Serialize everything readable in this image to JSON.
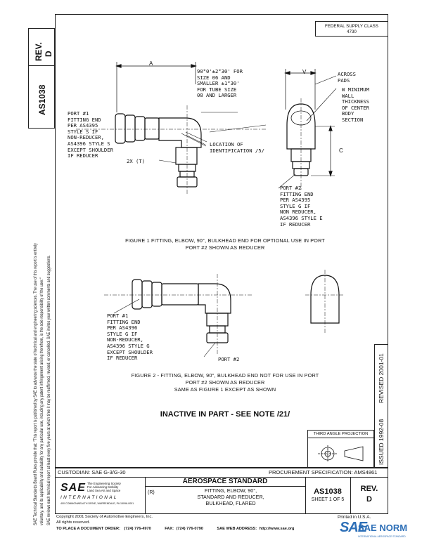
{
  "header": {
    "rev_label": "REV.",
    "rev_value": "D",
    "doc_number": "AS1038",
    "federal_supply_class": "FEDERAL SUPPLY CLASS",
    "fsc_number": "4730"
  },
  "side_legal": {
    "line1": "SAE Technical Standards Board Rules provide that: \"This report is published by SAE to advance the state of technical and engineering sciences. The use of this report is entirely",
    "line2": "voluntary, and its applicability and suitability for any particular use, including any patent infringement arising therefrom, is the sole responsibility of the user.\"",
    "line3": "SAE reviews each technical report at least every five years at which time it may be reaffirmed, revised, or cancelled. SAE invites your written comments and suggestions."
  },
  "figure1": {
    "dim_a": "A",
    "dim_v": "V",
    "dim_c": "C",
    "dim_2x": "2X (T)",
    "angle_note": "90°0'±2°30' FOR\nSIZE 06 AND\nSMALLER ±1°30'\nFOR TUBE SIZE\n08 AND LARGER",
    "port1_note": "PORT #1\nFITTING END\nPER AS4395\nSTYLE S IF\nNON-REDUCER,\nAS4396 STYLE S\nEXCEPT SHOULDER\nIF REDUCER",
    "location_note": "LOCATION OF\nIDENTIFICATION /5/",
    "across_pads": "ACROSS\nPADS",
    "wall_note": "W MINIMUM\nWALL\nTHICKNESS\nOF CENTER\nBODY\nSECTION",
    "port2_note": "PORT #2\nFITTING END\nPER AS4395\nSTYLE G IF\nNON REDUCER,\nAS4396 STYLE E\nIF REDUCER",
    "caption_line1": "FIGURE 1 FITTING, ELBOW, 90°, BULKHEAD END FOR OPTIONAL USE IN PORT",
    "caption_line2": "PORT #2 SHOWN AS REDUCER"
  },
  "figure2": {
    "port1_note": "PORT #1\nFITTING END\nPER AS4396\nSTYLE G IF\nNON-REDUCER,\nAS4396 STYLE G\nEXCEPT SHOULDER\nIF REDUCER",
    "port2_label": "PORT #2",
    "caption_line1": "FIGURE 2 - FITTING, ELBOW, 90°, BULKHEAD END NOT FOR USE IN PORT",
    "caption_line2": "PORT #2 SHOWN AS REDUCER",
    "caption_line3": "SAME AS FIGURE 1 EXCEPT AS SHOWN"
  },
  "inactive_note": "INACTIVE IN PART - SEE NOTE /21/",
  "side_dates": {
    "issued": "ISSUED 1992-08",
    "revised": "REVISED 2001-01"
  },
  "projection": {
    "label": "THIRD ANGLE PROJECTION"
  },
  "title_block": {
    "custodian": "CUSTODIAN: SAE G-3/G-30",
    "procurement": "PROCUREMENT SPECIFICATION: AMS4861",
    "standard_type": "AEROSPACE STANDARD",
    "registered": "(R)",
    "title_line1": "FITTING, ELBOW, 90°,",
    "title_line2": "STANDARD AND REDUCER,",
    "title_line3": "BULKHEAD, FLARED",
    "doc_number": "AS1038",
    "sheet": "SHEET 1 OF 5",
    "rev_label": "REV.",
    "rev_value": "D",
    "sae_logo": "SAE",
    "sae_tagline1": "The Engineering Society",
    "sae_tagline2": "For Advancing Mobility",
    "sae_tagline3": "Land Sea Air and Space",
    "sae_international": "INTERNATIONAL",
    "sae_address": "400 COMMONWEALTH DRIVE, WARRENDALE, PA 15096-0001",
    "printed": "Printed in U.S.A."
  },
  "footer": {
    "copyright": "Copyright 2001 Society of Automotive Engineers, Inc.",
    "rights": "All rights reserved.",
    "order_label": "TO PLACE A DOCUMENT ORDER:",
    "order_phone": "(724) 776-4970",
    "fax_label": "FAX:",
    "fax_phone": "(724) 776-0790",
    "web_label": "SAE WEB ADDRESS:",
    "web_url": "http://www.sae.org",
    "watermark_sae": "SAE",
    "watermark_norm": "SAE NORM",
    "watermark_sub": "INTERNATIONAL AEROSPACE STANDARD"
  }
}
